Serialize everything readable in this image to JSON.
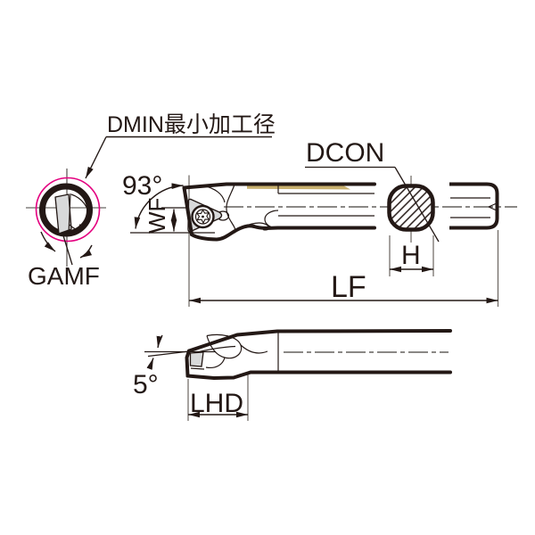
{
  "drawing": {
    "kind": "tool-dimension-diagram",
    "labels": {
      "dmin": "DMIN最小加工径",
      "gamf": "GAMF",
      "angle93": "93°",
      "wf": "WF",
      "dcon": "DCON",
      "h": "H",
      "lf": "LF",
      "angle5": "5°",
      "lhd": "LHD"
    },
    "colors": {
      "line": "#231815",
      "dmin_circle": "#e4007f",
      "insert_fill": "#d8d9da",
      "braze_gold": "#c8b06e",
      "centerline": "#45403c",
      "extension_line": "#6a645f",
      "background": "#ffffff"
    }
  }
}
